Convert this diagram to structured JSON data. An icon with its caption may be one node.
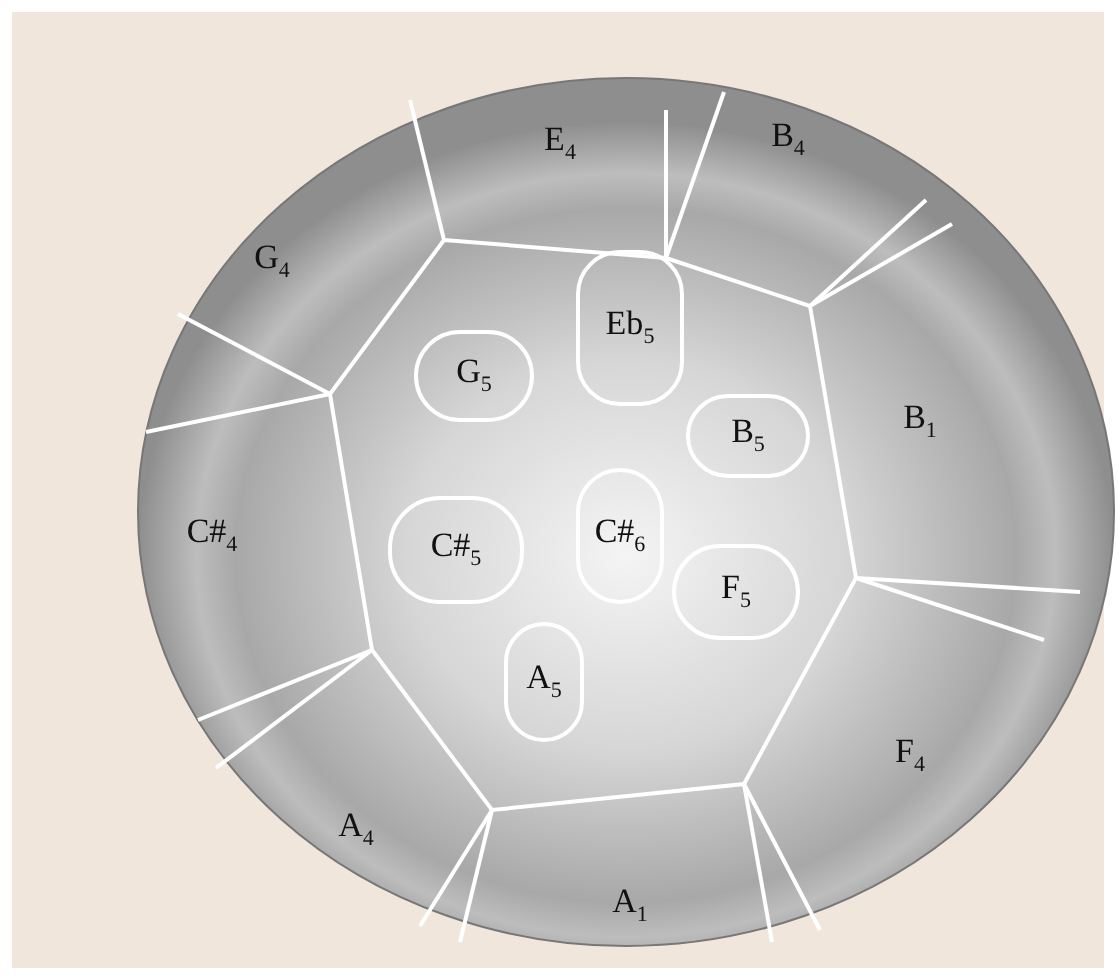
{
  "diagram": {
    "nodes": [
      {
        "text": [
          "E$_{4}$"
        ]
      },
      {
        "text": [
          "B$_{4}$"
        ]
      },
      {
        "text": [
          "G$_{4}$"
        ]
      },
      {
        "text": [
          "G$_{5}$"
        ]
      },
      {
        "text": [
          "Eb$_{5}$"
        ]
      },
      {
        "text": [
          "B$_{5}$"
        ]
      },
      {
        "text": [
          "B$_{1}$"
        ]
      },
      {
        "text": [
          "C#$_{4}$"
        ]
      },
      {
        "text": [
          "C#$_{6}$"
        ]
      },
      {
        "text": [
          "C#$_{5}$"
        ]
      },
      {
        "text": [
          "F$_{5}$"
        ]
      },
      {
        "text": [
          "A$_{5}$"
        ]
      },
      {
        "text": [
          "F$_{4}$"
        ]
      },
      {
        "text": [
          "A$_{4}$"
        ]
      },
      {
        "text": [
          "A$_{1}$"
        ]
      }
    ]
  }
}
